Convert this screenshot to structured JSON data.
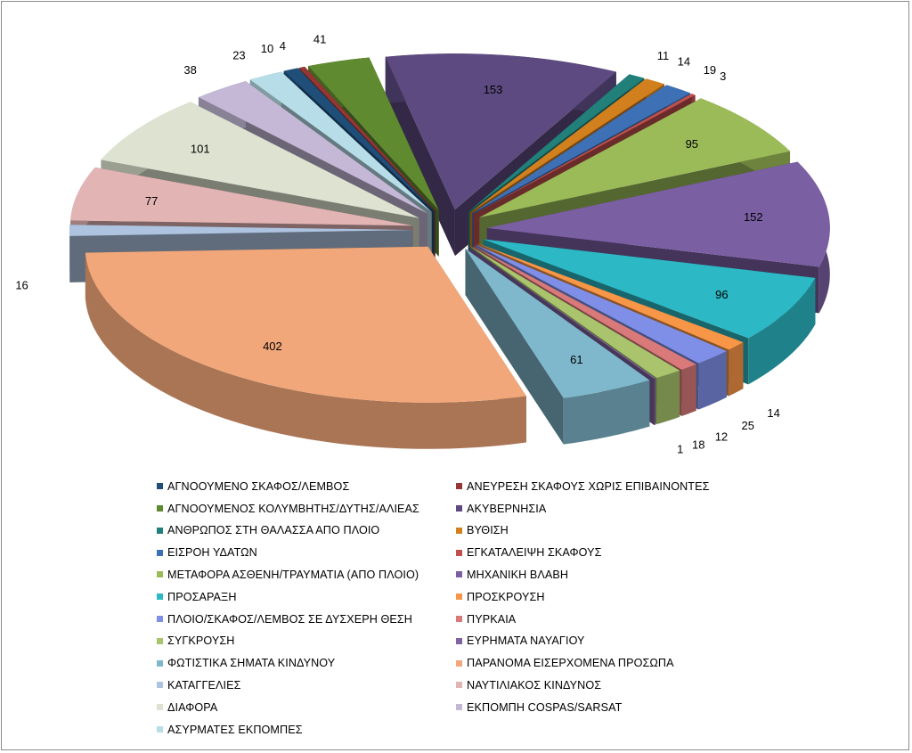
{
  "chart_data": {
    "type": "pie",
    "title": "",
    "exploded_3d": true,
    "legend_position": "bottom",
    "slices": [
      {
        "label": "ΑΓΝΟΟΥΜΕΝΟ ΣΚΑΦΟΣ/ΛΕΜΒΟΣ",
        "value": 10,
        "color": "#1f4e79"
      },
      {
        "label": "ΑΝΕΥΡΕΣΗ ΣΚΑΦΟΥΣ ΧΩΡΙΣ ΕΠΙΒΑΙΝΟΝΤΕΣ",
        "value": 4,
        "color": "#943634"
      },
      {
        "label": "ΑΓΝΟΟΥΜΕΝΟΣ ΚΟΛΥΜΒΗΤΗΣ/ΔΥΤΗΣ/ΑΛΙΕΑΣ",
        "value": 41,
        "color": "#5f8a2f"
      },
      {
        "label": "ΑΚΥΒΕΡΝΗΣΙΑ",
        "value": 153,
        "color": "#5c4a80"
      },
      {
        "label": "ΑΝΘΡΩΠΟΣ ΣΤΗ ΘΑΛΑΣΣΑ ΑΠΟ ΠΛΟΙΟ",
        "value": 11,
        "color": "#21807a"
      },
      {
        "label": "ΒΥΘΙΣΗ",
        "value": 14,
        "color": "#d2801e"
      },
      {
        "label": "ΕΙΣΡΟΗ ΥΔΑΤΩΝ",
        "value": 19,
        "color": "#3e70b5"
      },
      {
        "label": "ΕΓΚΑΤΑΛΕΙΨΗ ΣΚΑΦΟΥΣ",
        "value": 3,
        "color": "#c0504d"
      },
      {
        "label": "ΜΕΤΑΦΟΡΑ ΑΣΘΕΝΗ/ΤΡΑΥΜΑΤΙΑ (ΑΠΟ ΠΛΟΙΟ)",
        "value": 95,
        "color": "#9bbb59"
      },
      {
        "label": "ΜΗΧΑΝΙΚΗ ΒΛΑΒΗ",
        "value": 152,
        "color": "#7b5fa3"
      },
      {
        "label": "ΠΡΟΣΑΡΑΞΗ",
        "value": 96,
        "color": "#2cb9c5"
      },
      {
        "label": "ΠΡΟΣΚΡΟΥΣΗ",
        "value": 14,
        "color": "#f79646"
      },
      {
        "label": "ΠΛΟΙΟ/ΣΚΑΦΟΣ/ΛΕΜΒΟΣ ΣΕ ΔΥΣΧΕΡΗ ΘΕΣΗ",
        "value": 25,
        "color": "#7f8fe8"
      },
      {
        "label": "ΠΥΡΚΑΙΑ",
        "value": 12,
        "color": "#d9797a"
      },
      {
        "label": "ΣΥΓΚΡΟΥΣΗ",
        "value": 18,
        "color": "#a9c46c"
      },
      {
        "label": "ΕΥΡΗΜΑΤΑ ΝΑΥΑΓΙΟΥ",
        "value": 1,
        "color": "#8064a2"
      },
      {
        "label": "ΦΩΤΙΣΤΙΚΑ ΣΗΜΑΤΑ ΚΙΝΔΥΝΟΥ",
        "value": 61,
        "color": "#7fb8cc"
      },
      {
        "label": "ΠΑΡΑΝΟΜΑ ΕΙΣΕΡΧΟΜΕΝΑ ΠΡΟΣΩΠΑ",
        "value": 402,
        "color": "#f2a77a"
      },
      {
        "label": "ΚΑΤΑΓΓΕΛΙΕΣ",
        "value": 16,
        "color": "#aec3e0"
      },
      {
        "label": "ΝΑΥΤΙΛΙΑΚΟΣ ΚΙΝΔΥΝΟΣ",
        "value": 77,
        "color": "#e3b4b4"
      },
      {
        "label": "ΔΙΑΦΟΡΑ",
        "value": 101,
        "color": "#dde3d0"
      },
      {
        "label": "ΕΚΠΟΜΠΗ COSPAS/SARSAT",
        "value": 38,
        "color": "#c4b8d6"
      },
      {
        "label": "ΑΣΥΡΜΑΤΕΣ ΕΚΠΟΜΠΕΣ",
        "value": 23,
        "color": "#b7dde8"
      }
    ]
  }
}
